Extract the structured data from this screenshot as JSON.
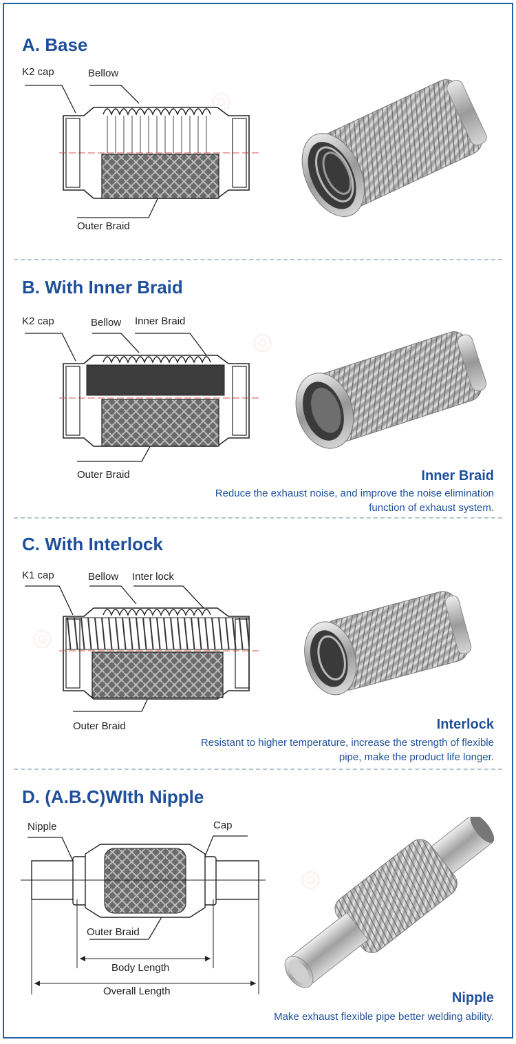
{
  "sections": [
    {
      "title": "A. Base",
      "labels": {
        "cap": "K2 cap",
        "bellow": "Bellow",
        "outer": "Outer Braid"
      }
    },
    {
      "title": "B. With Inner Braid",
      "labels": {
        "cap": "K2 cap",
        "bellow": "Bellow",
        "inner": "Inner Braid",
        "outer": "Outer Braid"
      },
      "note": {
        "title": "Inner Braid",
        "description": "Reduce the exhaust noise, and improve the noise elimination function of exhaust system."
      }
    },
    {
      "title": "C. With Interlock",
      "labels": {
        "cap": "K1 cap",
        "bellow": "Bellow",
        "interlock": "Inter lock",
        "outer": "Outer Braid"
      },
      "note": {
        "title": "Interlock",
        "description": "Resistant to higher temperature, increase the strength of flexible pipe, make the product life longer."
      }
    },
    {
      "title": "D. (A.B.C)WIth Nipple",
      "labels": {
        "nipple": "Nipple",
        "cap": "Cap",
        "outer": "Outer Braid",
        "body_length": "Body Length",
        "overall_length": "Overall Length"
      },
      "note": {
        "title": "Nipple",
        "description": "Make exhaust flexible pipe better welding ability."
      }
    }
  ],
  "colors": {
    "title": "#1e4f9b",
    "border": "#1f5fa8",
    "centerline": "#d9534f"
  },
  "icons": [
    "pipe-diagram-icon",
    "pipe-photo-icon",
    "watermark-logo-icon"
  ]
}
